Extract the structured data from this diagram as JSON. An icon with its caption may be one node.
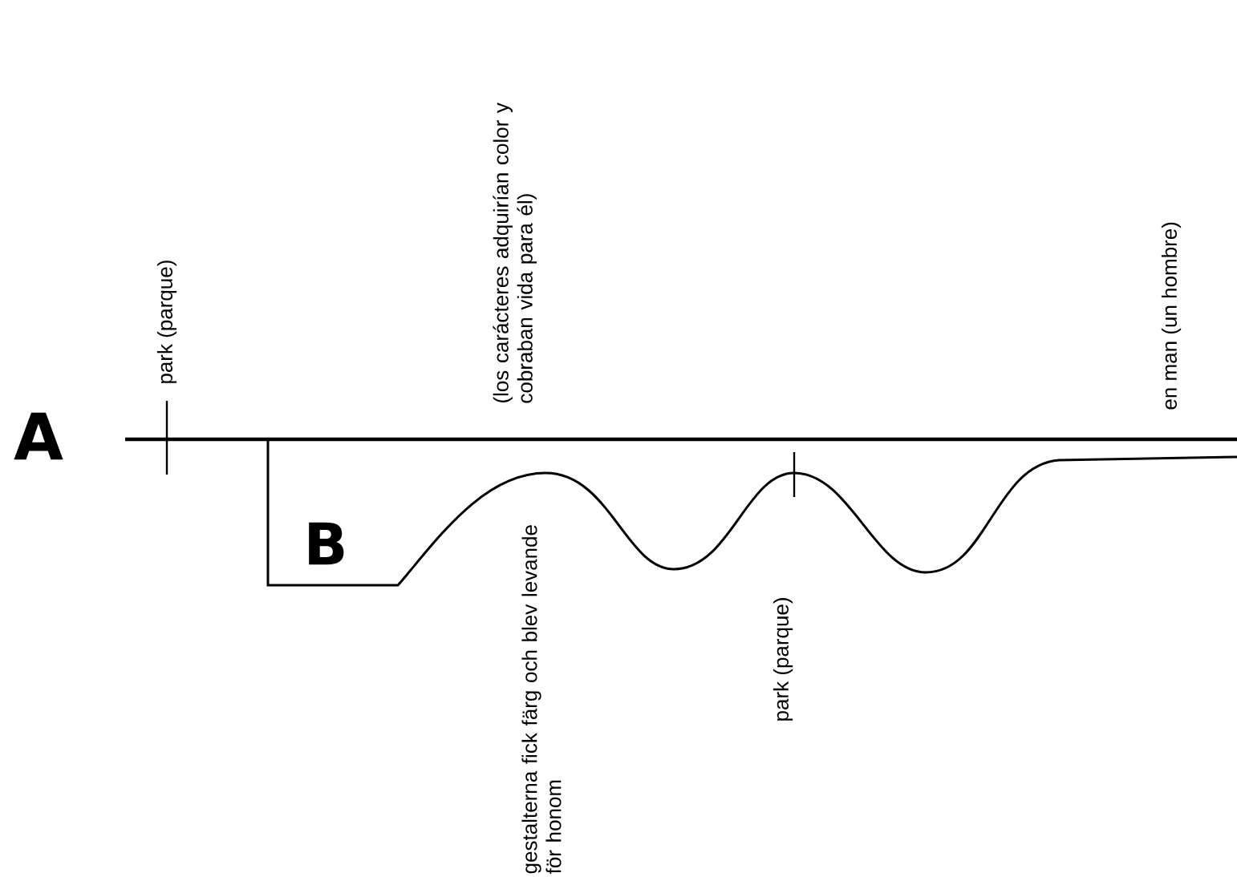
{
  "diagram": {
    "labels": [
      "park (parque)",
      "(los carácteres adquirían color y cobraban vida para él)",
      "en man (un hombre)",
      "A",
      "B",
      "gestalterna fick färg och blev levande för honom",
      "park (parque)"
    ]
  }
}
